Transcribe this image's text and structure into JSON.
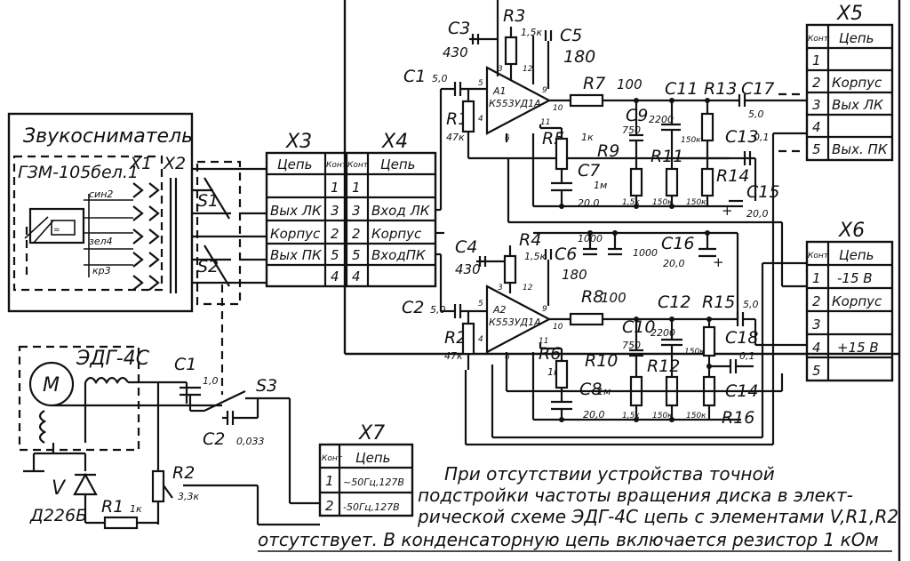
{
  "connectors": {
    "x3": {
      "label": "X3",
      "header_circuit": "Цепь",
      "header_contact": "Конт"
    },
    "x4": {
      "label": "X4",
      "header_circuit": "Цепь",
      "header_contact": "Конт"
    },
    "x5": {
      "label": "X5",
      "header_contact": "Конт",
      "header_circuit": "Цепь"
    },
    "x6": {
      "label": "X6",
      "header_contact": "Конт",
      "header_circuit": "Цепь"
    },
    "x7": {
      "label": "X7",
      "header_contact": "Конт",
      "header_circuit": "Цепь"
    }
  },
  "x3_rows": [
    {
      "name": "",
      "pin": "1"
    },
    {
      "name": "Вых ЛК",
      "pin": "3"
    },
    {
      "name": "Корпус",
      "pin": "2"
    },
    {
      "name": "Вых ПК",
      "pin": "5"
    },
    {
      "name": "",
      "pin": "4"
    }
  ],
  "x4_rows": [
    {
      "pin": "1",
      "name": ""
    },
    {
      "pin": "3",
      "name": "Вход ЛК"
    },
    {
      "pin": "2",
      "name": "Корпус"
    },
    {
      "pin": "5",
      "name": "ВходПК"
    },
    {
      "pin": "4",
      "name": ""
    }
  ],
  "x5_rows": [
    {
      "pin": "1",
      "name": ""
    },
    {
      "pin": "2",
      "name": "Корпус"
    },
    {
      "pin": "3",
      "name": "Вых ЛК"
    },
    {
      "pin": "4",
      "name": ""
    },
    {
      "pin": "5",
      "name": "Вых. ПК"
    }
  ],
  "x6_rows": [
    {
      "pin": "1",
      "name": "-15 В"
    },
    {
      "pin": "2",
      "name": "Корпус"
    },
    {
      "pin": "3",
      "name": ""
    },
    {
      "pin": "4",
      "name": "+15 В"
    },
    {
      "pin": "5",
      "name": ""
    }
  ],
  "x7_rows": [
    {
      "pin": "1",
      "name": "~50Гц,127В"
    },
    {
      "pin": "2",
      "name": "-50Гц,127В"
    }
  ],
  "pickup": {
    "title": "Звукосниматель",
    "head": "ГЗМ-105бел.1",
    "wire1": "син2",
    "wire2": "зел4",
    "wire3": "кр3",
    "x1": "X1",
    "x2": "X2",
    "s1": "S1",
    "s2": "S2"
  },
  "motor": {
    "symbol": "M",
    "name": "ЭДГ-4С",
    "c1": "C1",
    "c1_val": "1,0",
    "c2": "C2",
    "c2_val": "0,033",
    "s3": "S3",
    "r1": "R1",
    "r1_val": "1к",
    "r2": "R2",
    "r2_val": "3,3к",
    "v": "V",
    "v_type": "Д226Б"
  },
  "upper_channel": {
    "c1": "C1",
    "c1_val": "5,0",
    "c3": "C3",
    "c3_val": "430",
    "r3": "R3",
    "r3_val": "1,5к",
    "c5": "C5",
    "c5_val": "180",
    "r1": "R1",
    "r1_val": "47к",
    "ic_ref": "A1",
    "ic": "К553УД1А",
    "r5": "R5",
    "r5_val": "1к",
    "r7": "R7",
    "r7_val": "100",
    "c7": "C7",
    "c7_val": "20,0",
    "c7_unit": "1м",
    "c9": "C9",
    "c9_val": "750",
    "r9": "R9",
    "r9_val": "1,5к",
    "c11": "C11",
    "c11_val": "2200",
    "r11": "R11",
    "r11_val": "150к",
    "r13": "R13",
    "r13_val": "150к",
    "r14": "R14",
    "r14_val": "150к",
    "c13": "C13",
    "c13_val": "0,1",
    "c15": "C15",
    "c15_val": "20,0",
    "c17": "C17",
    "c17_val": "5,0",
    "pins": [
      "5",
      "4",
      "3",
      "12",
      "9",
      "10",
      "11",
      "6"
    ]
  },
  "lower_channel": {
    "c2": "C2",
    "c2_val": "5,0",
    "c4": "C4",
    "c4_val": "430",
    "r4": "R4",
    "r4_val": "1,5к",
    "c6": "C6",
    "c6_val": "180",
    "r2": "R2",
    "r2_val": "47к",
    "ic_ref": "A2",
    "ic": "К553УД1А",
    "r6": "R6",
    "r6_val": "1к",
    "r8": "R8",
    "r8_val": "100",
    "c8": "C8",
    "c8_val": "20,0",
    "c8_unit": "1м",
    "c10": "C10",
    "c10_val": "750",
    "r10": "R10",
    "r10_val": "1,5к",
    "c12": "C12",
    "c12_val": "2200",
    "r12": "R12",
    "r12_val": "150к",
    "r15": "R15",
    "r15_val": "150к",
    "r16": "R16",
    "r16_val": "150к",
    "c14": "C14",
    "c14_val": "0,1",
    "c16": "C16",
    "c16_val": "20,0",
    "c18": "C18",
    "c18_val": "5,0",
    "c_1000a": "1000",
    "c_1000b": "1000",
    "pins": [
      "5",
      "4",
      "3",
      "12",
      "9",
      "10",
      "11",
      "6"
    ]
  },
  "note": {
    "line1": "При отсутствии устройства точной",
    "line2": "подстройки частоты вращения диска в элект-",
    "line3": "рической схеме ЭДГ-4С цепь с элементами V,R1,R2",
    "line4": "отсутствует. В конденсаторную цепь включается резистор 1 кОм"
  }
}
